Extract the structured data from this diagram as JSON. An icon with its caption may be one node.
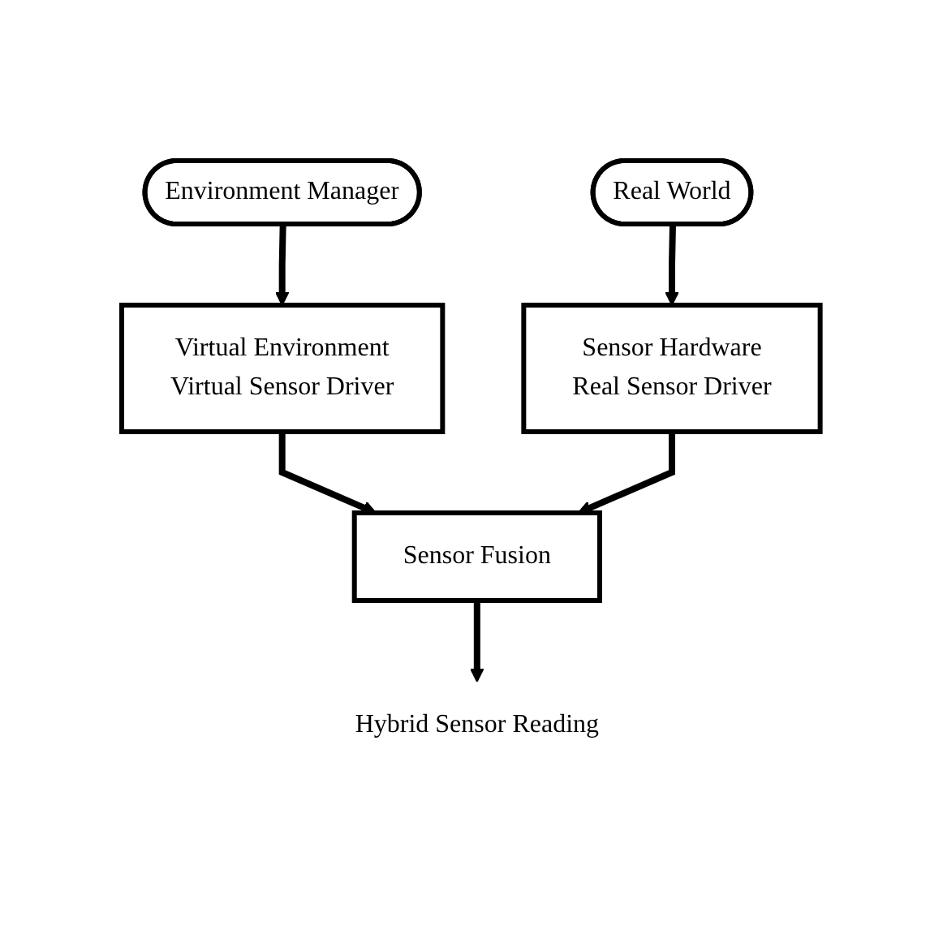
{
  "diagram": {
    "nodes": [
      {
        "text": [
          "Environment Manager"
        ]
      },
      {
        "text": [
          "Real World"
        ]
      },
      {
        "text": [
          "Virtual Environment",
          "Virtual Sensor Driver"
        ]
      },
      {
        "text": [
          "Sensor Hardware",
          "Real Sensor Driver"
        ]
      },
      {
        "text": [
          "Sensor Fusion"
        ]
      },
      {
        "text": [
          "Hybrid Sensor Reading"
        ]
      }
    ],
    "edges": [
      {
        "from": 0,
        "to": 2,
        "arrow": "to"
      },
      {
        "from": 1,
        "to": 3,
        "arrow": "to"
      },
      {
        "from": 2,
        "to": 4,
        "arrow": "to"
      },
      {
        "from": 3,
        "to": 4,
        "arrow": "to"
      },
      {
        "from": 4,
        "to": 5,
        "arrow": "to"
      }
    ]
  }
}
